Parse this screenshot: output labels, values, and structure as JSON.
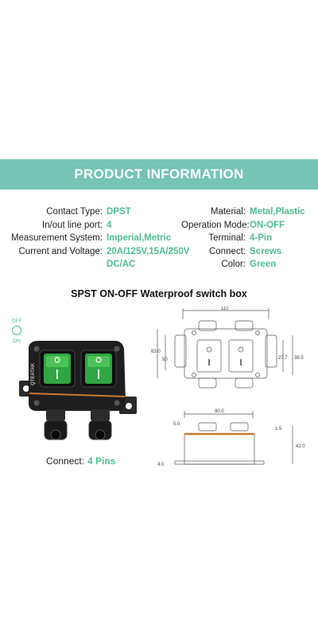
{
  "banner": {
    "title": "PRODUCT INFORMATION",
    "bg_color": "#76c4b4"
  },
  "accent_color": "#4fbe8f",
  "specs_left": [
    {
      "label": "Contact Type:",
      "value": "DPST"
    },
    {
      "label": "In/out line port:",
      "value": "4"
    },
    {
      "label": "Measurement System:",
      "value": "Imperial,Metric"
    },
    {
      "label": "Current and Voltage:",
      "value": "20A/125V,15A/250V DC/AC"
    }
  ],
  "specs_right": [
    {
      "label": "Material:",
      "value": "Metal,Plastic"
    },
    {
      "label": "Operation Mode:",
      "value": "ON-OFF"
    },
    {
      "label": "Terminal:",
      "value": "4-Pin"
    },
    {
      "label": "Connect:",
      "value": "Screws"
    },
    {
      "label": "Color:",
      "value": "Green"
    }
  ],
  "subtitle": "SPST ON-OFF Waterproof switch box",
  "legend": {
    "off": "OFF",
    "on": "ON"
  },
  "product": {
    "brand": "QTEATAK"
  },
  "drawing": {
    "width_top": "110",
    "height_left_outer": "63.0",
    "height_left_inner": "50",
    "height_right_inner": "27.7",
    "height_right_outer": "38.5",
    "width_side": "90.0",
    "side_left": "5.0",
    "side_right": "1.5",
    "side_height": "42.0",
    "side_foot": "4.0"
  },
  "connect": {
    "label": "Connect:",
    "value": "4 Pins"
  }
}
